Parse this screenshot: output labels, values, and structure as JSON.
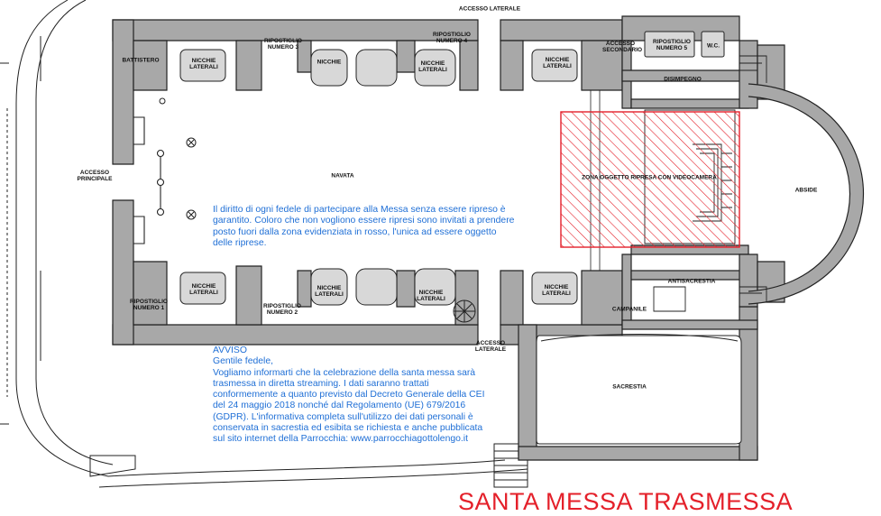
{
  "rooms": {
    "accesso_laterale_top": "ACCESSO LATERALE",
    "ripostiglio_3": "RIPOSTIGLIO NUMERO 3",
    "ripostiglio_4": "RIPOSTIGLIO NUMERO 4",
    "battistero": "BATTISTERO",
    "nicchie_laterali_nw": "NICCHIE LATERALI",
    "nicchie_top_center": "NICCHIE",
    "nicchie_laterali_ne": "NICCHIE LATERALI",
    "nicchie_laterali_top_right": "NICCHIE LATERALI",
    "accesso_secondario": "ACCESSO SECONDARIO",
    "ripostiglio_5": "RIPOSTIGLIO NUMERO 5",
    "wc": "W.C.",
    "disimpegno": "DISIMPEGNO",
    "accesso_principale": "ACCESSO PRINCIPALE",
    "navata": "NAVATA",
    "zona_ripresa": "ZONA OGGETTO RIPRESA CON VIDEOCAMERA",
    "abside": "ABSIDE",
    "ripostiglio_1": "RIPOSTIGLIO NUMERO 1",
    "nicchie_laterali_sw": "NICCHIE LATERALI",
    "ripostiglio_2": "RIPOSTIGLIO NUMERO 2",
    "nicchie_laterali_s1": "NICCHIE LATERALI",
    "nicchie_laterali_s2": "NICCHIE LATERALI",
    "nicchie_laterali_se": "NICCHIE LATERALI",
    "campanile": "CAMPANILE",
    "antisacrestia": "ANTISACRESTIA",
    "accesso_laterale_bottom": "ACCESSO LATERALE",
    "sacrestia": "SACRESTIA"
  },
  "streaming_note": [
    "Il diritto di ogni fedele di partecipare alla Messa senza essere ripreso è",
    "garantito. Coloro che non vogliono essere ripresi sono invitati a prendere",
    "posto fuori dalla zona evidenziata in rosso, l'unica ad essere oggetto",
    "delle riprese."
  ],
  "avviso": {
    "heading": "AVVISO",
    "lines": [
      "Gentile fedele,",
      "Vogliamo informarti che la celebrazione della santa messa sarà",
      "trasmessa in diretta streaming. I dati saranno trattati",
      "conformemente a quanto previsto dal Decreto Generale della CEI",
      "del 24 maggio 2018 nonché dal Regolamento (UE) 679/2016",
      "(GDPR). L'informativa completa sull'utilizzo dei dati personali è",
      "conservata in sacrestia ed esibita se richiesta e anche pubblicata",
      "sul sito internet della Parrocchia: www.parrocchiagottolengo.it"
    ]
  },
  "footer_title": "SANTA MESSA TRASMESSA",
  "colors": {
    "wall": "#a8a8a8",
    "wall_stroke": "#222222",
    "highlight": "#e4202a",
    "note_text": "#1f6fd6"
  }
}
